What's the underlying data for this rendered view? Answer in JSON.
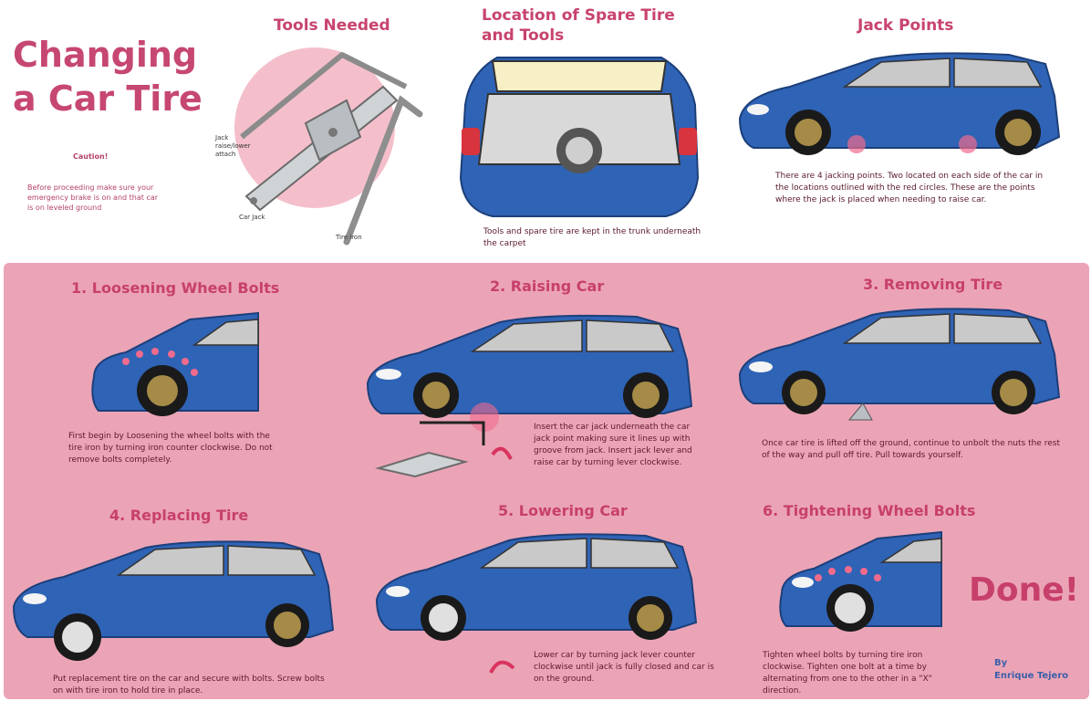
{
  "header": {
    "main_title_line1": "Changing",
    "main_title_line2": "a Car Tire",
    "caution_title": "Caution!",
    "caution_text": "Before proceeding make sure your emergency brake is on and that car is on leveled ground"
  },
  "tools": {
    "title": "Tools Needed",
    "jack_attach_label": "Jack raise/lower attach",
    "car_jack_label": "Car Jack",
    "tire_iron_label": "Tire iron"
  },
  "spare": {
    "title_line1": "Location of Spare Tire",
    "title_line2": "and Tools",
    "text": "Tools and spare tire are kept in the trunk underneath the carpet"
  },
  "jack_points": {
    "title": "Jack Points",
    "text": "There are 4 jacking points. Two located on each side of the car in the locations outlined with the red circles. These are the points where the jack is placed when needing to raise car."
  },
  "steps": [
    {
      "title": "1. Loosening Wheel Bolts",
      "text": "First begin by Loosening the wheel bolts with the tire iron by turning iron counter clockwise. Do not remove bolts completely."
    },
    {
      "title": "2. Raising Car",
      "text": "Insert the car jack underneath the car jack point making sure it lines up with groove from jack. Insert jack lever and raise car by turning lever clockwise."
    },
    {
      "title": "3. Removing Tire",
      "text": "Once car tire is lifted off the ground, continue to unbolt the nuts the rest of the way and pull off tire. Pull towards yourself."
    },
    {
      "title": "4. Replacing Tire",
      "text": "Put replacement tire on the car and secure with bolts. Screw bolts on with tire iron to hold tire in place."
    },
    {
      "title": "5. Lowering Car",
      "text": "Lower car by turning jack lever counter clockwise until jack is fully closed and car is on the ground."
    },
    {
      "title": "6. Tightening Wheel Bolts",
      "text": "Tighten wheel bolts by turning tire iron clockwise. Tighten one bolt at a time by alternating from one to the other in a \"X\" direction."
    }
  ],
  "done_label": "Done!",
  "byline": {
    "by": "By",
    "author": "Enrique Tejero"
  },
  "colors": {
    "car_blue": "#2f63b5",
    "title_pink": "#c8436d",
    "panel_pink": "#eba4b6",
    "circle_pink": "#f4bfcb"
  }
}
